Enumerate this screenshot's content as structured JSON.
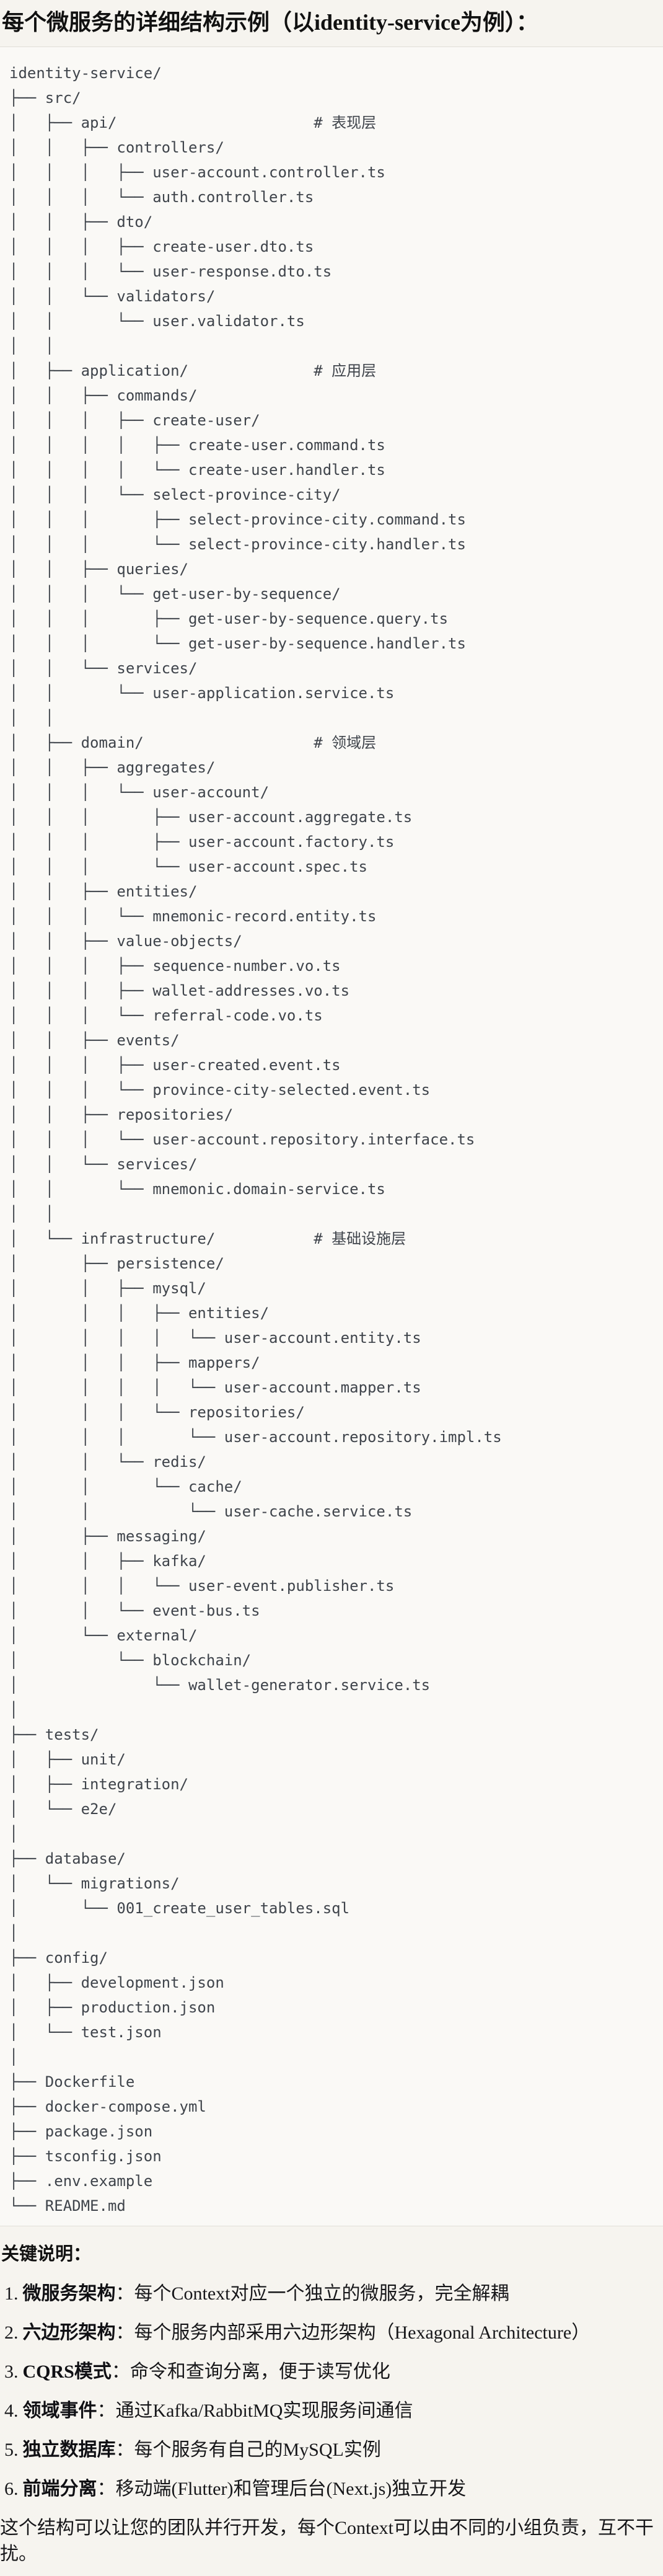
{
  "title": "每个微服务的详细结构示例（以identity-service为例）：",
  "code_block": {
    "content_kind": "directory-tree",
    "lines": [
      "identity-service/",
      "├── src/",
      "│   ├── api/                      # 表现层",
      "│   │   ├── controllers/",
      "│   │   │   ├── user-account.controller.ts",
      "│   │   │   └── auth.controller.ts",
      "│   │   ├── dto/",
      "│   │   │   ├── create-user.dto.ts",
      "│   │   │   └── user-response.dto.ts",
      "│   │   └── validators/",
      "│   │       └── user.validator.ts",
      "│   │",
      "│   ├── application/              # 应用层",
      "│   │   ├── commands/",
      "│   │   │   ├── create-user/",
      "│   │   │   │   ├── create-user.command.ts",
      "│   │   │   │   └── create-user.handler.ts",
      "│   │   │   └── select-province-city/",
      "│   │   │       ├── select-province-city.command.ts",
      "│   │   │       └── select-province-city.handler.ts",
      "│   │   ├── queries/",
      "│   │   │   └── get-user-by-sequence/",
      "│   │   │       ├── get-user-by-sequence.query.ts",
      "│   │   │       └── get-user-by-sequence.handler.ts",
      "│   │   └── services/",
      "│   │       └── user-application.service.ts",
      "│   │",
      "│   ├── domain/                   # 领域层",
      "│   │   ├── aggregates/",
      "│   │   │   └── user-account/",
      "│   │   │       ├── user-account.aggregate.ts",
      "│   │   │       ├── user-account.factory.ts",
      "│   │   │       └── user-account.spec.ts",
      "│   │   ├── entities/",
      "│   │   │   └── mnemonic-record.entity.ts",
      "│   │   ├── value-objects/",
      "│   │   │   ├── sequence-number.vo.ts",
      "│   │   │   ├── wallet-addresses.vo.ts",
      "│   │   │   └── referral-code.vo.ts",
      "│   │   ├── events/",
      "│   │   │   ├── user-created.event.ts",
      "│   │   │   └── province-city-selected.event.ts",
      "│   │   ├── repositories/",
      "│   │   │   └── user-account.repository.interface.ts",
      "│   │   └── services/",
      "│   │       └── mnemonic.domain-service.ts",
      "│   │",
      "│   └── infrastructure/           # 基础设施层",
      "│       ├── persistence/",
      "│       │   ├── mysql/",
      "│       │   │   ├── entities/",
      "│       │   │   │   └── user-account.entity.ts",
      "│       │   │   ├── mappers/",
      "│       │   │   │   └── user-account.mapper.ts",
      "│       │   │   └── repositories/",
      "│       │   │       └── user-account.repository.impl.ts",
      "│       │   └── redis/",
      "│       │       └── cache/",
      "│       │           └── user-cache.service.ts",
      "│       ├── messaging/",
      "│       │   ├── kafka/",
      "│       │   │   └── user-event.publisher.ts",
      "│       │   └── event-bus.ts",
      "│       └── external/",
      "│           └── blockchain/",
      "│               └── wallet-generator.service.ts",
      "│",
      "├── tests/",
      "│   ├── unit/",
      "│   ├── integration/",
      "│   └── e2e/",
      "│",
      "├── database/",
      "│   └── migrations/",
      "│       └── 001_create_user_tables.sql",
      "│",
      "├── config/",
      "│   ├── development.json",
      "│   ├── production.json",
      "│   └── test.json",
      "│",
      "├── Dockerfile",
      "├── docker-compose.yml",
      "├── package.json",
      "├── tsconfig.json",
      "├── .env.example",
      "└── README.md"
    ],
    "layer_comments": [
      "# 表现层",
      "# 应用层",
      "# 领域层",
      "# 基础设施层"
    ]
  },
  "notes": {
    "heading": "关键说明：",
    "separator": "：",
    "items": [
      {
        "num": "1.",
        "label": "微服务架构",
        "text": "每个Context对应一个独立的微服务，完全解耦"
      },
      {
        "num": "2.",
        "label": "六边形架构",
        "text": "每个服务内部采用六边形架构（Hexagonal Architecture）"
      },
      {
        "num": "3.",
        "label": "CQRS模式",
        "text": "命令和查询分离，便于读写优化"
      },
      {
        "num": "4.",
        "label": "领域事件",
        "text": "通过Kafka/RabbitMQ实现服务间通信"
      },
      {
        "num": "5.",
        "label": "独立数据库",
        "text": "每个服务有自己的MySQL实例"
      },
      {
        "num": "6.",
        "label": "前端分离",
        "text": "移动端(Flutter)和管理后台(Next.js)独立开发"
      }
    ],
    "closing": "这个结构可以让您的团队并行开发，每个Context可以由不同的小组负责，互不干扰。"
  },
  "colors": {
    "page_background": "#F6F4EF",
    "code_background": "#FAF9F6",
    "code_border": "#E1DFD8",
    "code_text": "#3F444B",
    "body_text": "#17171A"
  }
}
